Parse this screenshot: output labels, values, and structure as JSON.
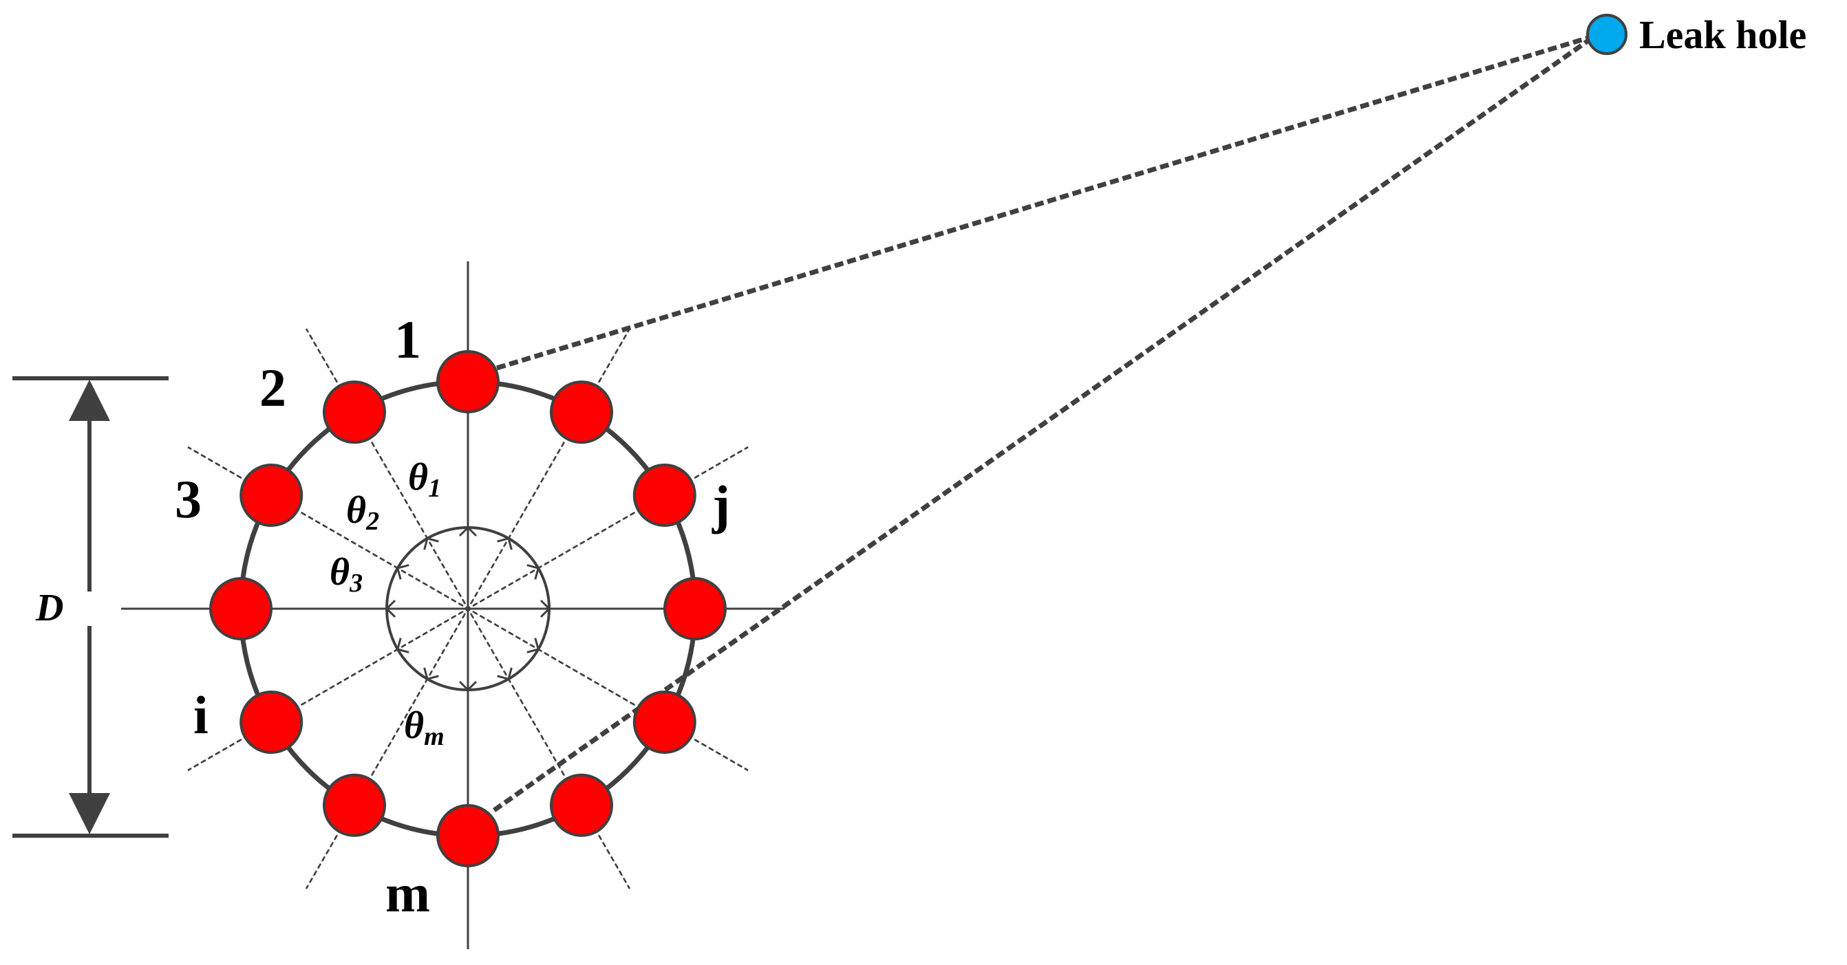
{
  "colors": {
    "sensor": "#ff0000",
    "leak": "#00a8ec",
    "ring": "#404040",
    "line": "#404040",
    "text": "#000000"
  },
  "sensor_labels": {
    "s1": "1",
    "s2": "2",
    "s3": "3",
    "si": "i",
    "sj": "j",
    "sm": "m"
  },
  "angle_labels": {
    "theta1": {
      "symbol": "θ",
      "sub": "1"
    },
    "theta2": {
      "symbol": "θ",
      "sub": "2"
    },
    "theta3": {
      "symbol": "θ",
      "sub": "3"
    },
    "thetam": {
      "symbol": "θ",
      "sub": "m"
    }
  },
  "diameter_label": "D",
  "leak_label": "Leak hole",
  "sensor_count": 12
}
